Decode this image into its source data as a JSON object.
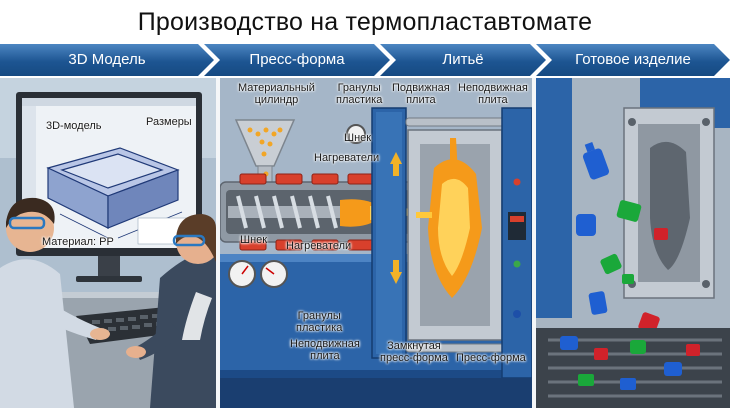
{
  "title": "Производство на термопластавтомате",
  "steps": [
    {
      "label": "3D Модель"
    },
    {
      "label": "Пресс-форма"
    },
    {
      "label": "Литьё"
    },
    {
      "label": "Готовое изделие"
    }
  ],
  "panel_model": {
    "screen_label_model": "3D-модель",
    "screen_label_dims": "Размеры",
    "screen_label_material": "Материал: PP"
  },
  "panel_mold": {
    "label_cylinder": "Материальный\nцилиндр",
    "label_granules_top": "Гранулы\nпластика",
    "label_moving_plate": "Подвижная\nплита",
    "label_fixed_plate_top": "Неподвижная\nплита",
    "label_screw_top": "Шнек",
    "label_heaters_top": "Нагреватели",
    "label_screw_bottom": "Шнек",
    "label_heaters_bottom": "Нагреватели",
    "label_granules_bottom": "Гранулы\nпластика",
    "label_fixed_plate_bottom": "Неподвижная\nплита",
    "label_closed_mold": "Замкнутая\nпресс-форма",
    "label_mold": "Пресс-форма"
  },
  "colors": {
    "banner": "#1d5592",
    "machine_blue": "#2c64a8",
    "molten": "#f59a1a",
    "parts": [
      "#1f5fd1",
      "#1aa83a",
      "#d1222a"
    ]
  }
}
